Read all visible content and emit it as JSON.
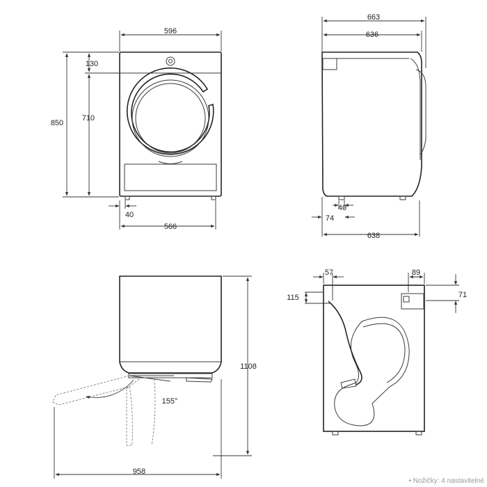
{
  "dimensions": {
    "front_width": "596",
    "front_total_height": "850",
    "front_top_panel": "130",
    "front_body_height": "710",
    "front_foot_inset": "40",
    "front_foot_span": "566",
    "side_total_depth": "663",
    "side_body_depth": "636",
    "side_foot_depth": "638",
    "side_foot_setback": "40",
    "side_rear_offset": "74",
    "door_swing_depth": "958",
    "door_open_height": "1108",
    "door_angle": "155°",
    "rear_hose_offset_x": "57",
    "rear_hose_height": "115",
    "rear_outlet_offset_x": "89",
    "rear_outlet_height": "71"
  },
  "footnote": "• Nožičky: 4 nastavitelné"
}
